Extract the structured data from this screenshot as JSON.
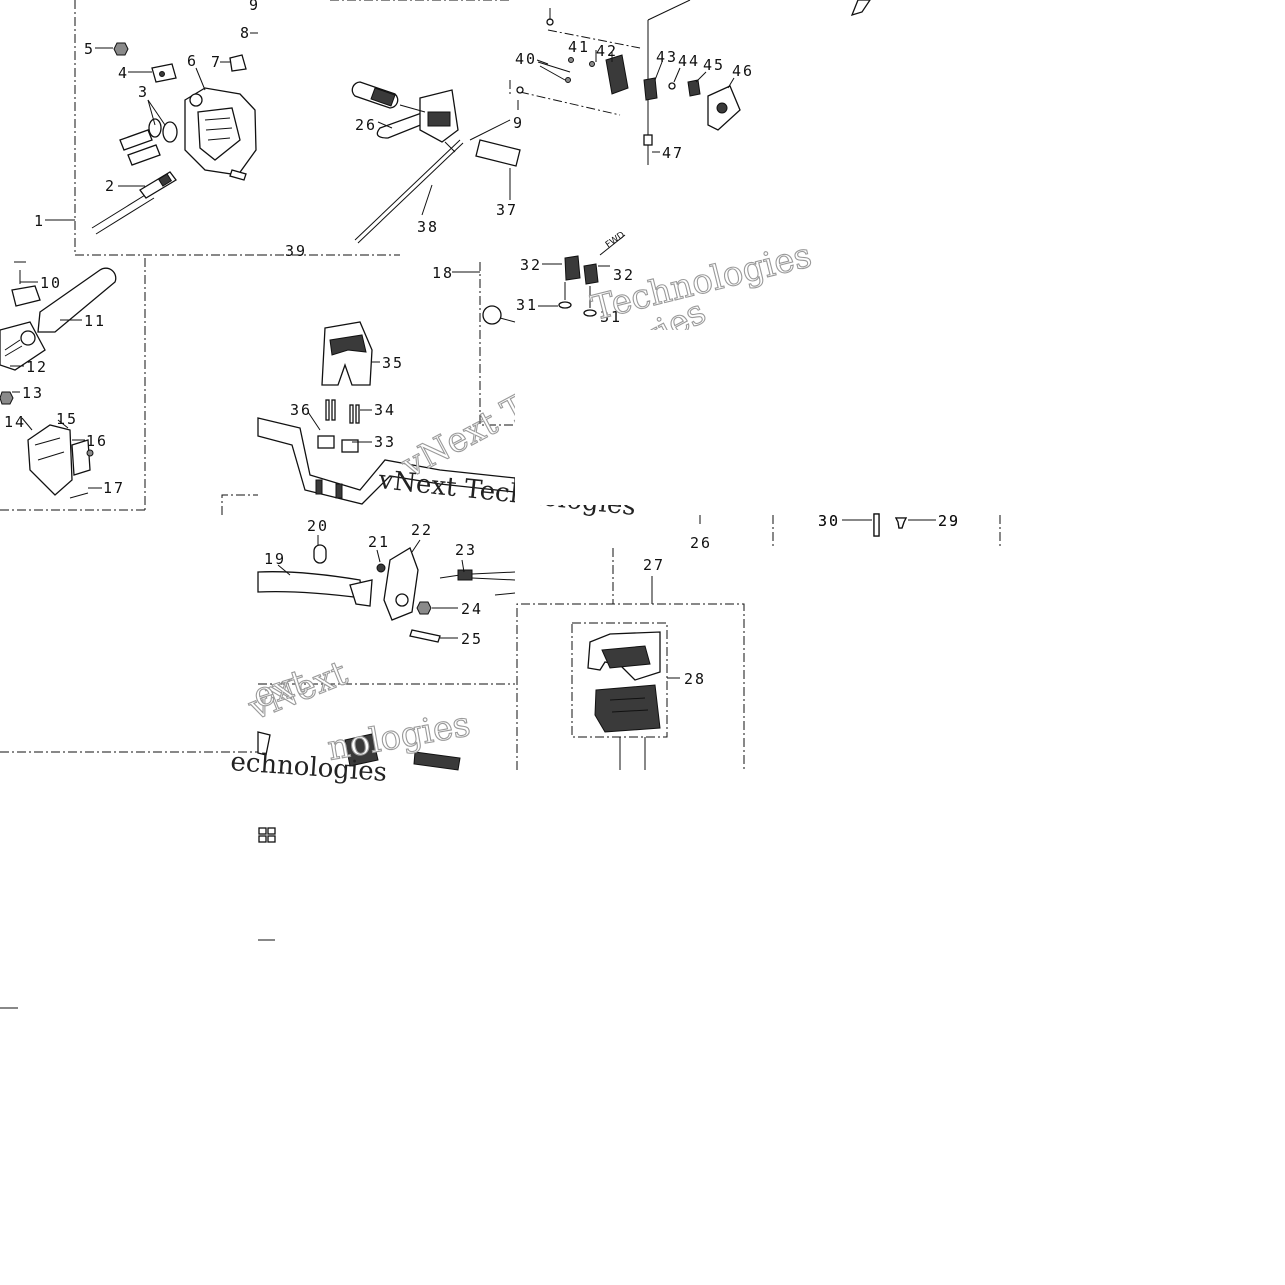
{
  "callouts": [
    "1",
    "2",
    "3",
    "4",
    "5",
    "6",
    "7",
    "8",
    "9",
    "9",
    "10",
    "11",
    "12",
    "13",
    "14",
    "15",
    "16",
    "17",
    "18",
    "19",
    "20",
    "21",
    "22",
    "23",
    "24",
    "25",
    "26",
    "26",
    "27",
    "28",
    "29",
    "30",
    "31",
    "31",
    "32",
    "32",
    "33",
    "34",
    "35",
    "36",
    "37",
    "38",
    "39",
    "40",
    "41",
    "42",
    "43",
    "44",
    "45",
    "46",
    "47"
  ],
  "markings": {
    "fwd": "FWD"
  },
  "watermarks": [
    "vNext Technologies",
    "vNext Technologies",
    "Technologies",
    "vNext",
    "ext",
    "nologies",
    "echnologies"
  ],
  "colors": {
    "ink": "#111111",
    "paper": "#ffffff",
    "watermark_outline": "#9a9a9a"
  }
}
